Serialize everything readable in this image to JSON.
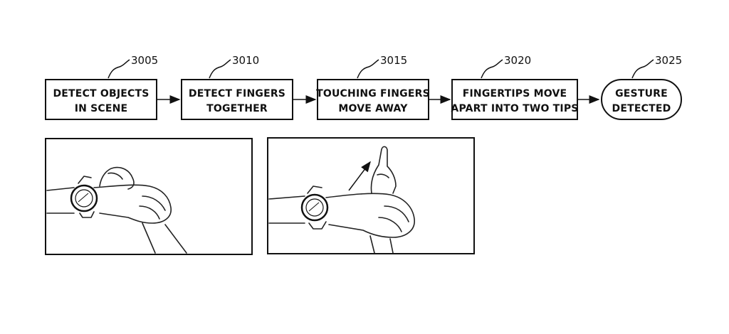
{
  "flow": {
    "steps": [
      {
        "ref": "3005",
        "line1": "DETECT OBJECTS",
        "line2": "IN SCENE"
      },
      {
        "ref": "3010",
        "line1": "DETECT FINGERS",
        "line2": "TOGETHER"
      },
      {
        "ref": "3015",
        "line1": "TOUCHING FINGERS",
        "line2": "MOVE AWAY"
      },
      {
        "ref": "3020",
        "line1": "FINGERTIPS MOVE",
        "line2": "APART INTO TWO TIPS"
      },
      {
        "ref": "3025",
        "line1": "GESTURE",
        "line2": "DETECTED"
      }
    ]
  },
  "illustrations": [
    {
      "name": "wrist-with-fingers-together"
    },
    {
      "name": "wrist-with-finger-pointing-away"
    }
  ]
}
